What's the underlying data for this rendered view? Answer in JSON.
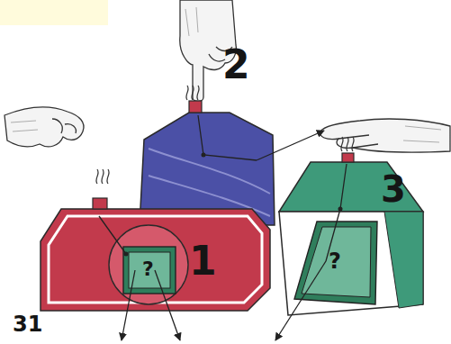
{
  "diagram": {
    "nodes": [
      {
        "text": [
          "1"
        ]
      },
      {
        "text": [
          "?"
        ],
        "in": 0
      },
      {
        "text": [
          "2"
        ]
      },
      {
        "text": [
          "3"
        ]
      },
      {
        "text": [
          "?"
        ],
        "in": 3
      }
    ],
    "labels": [
      "31"
    ]
  }
}
